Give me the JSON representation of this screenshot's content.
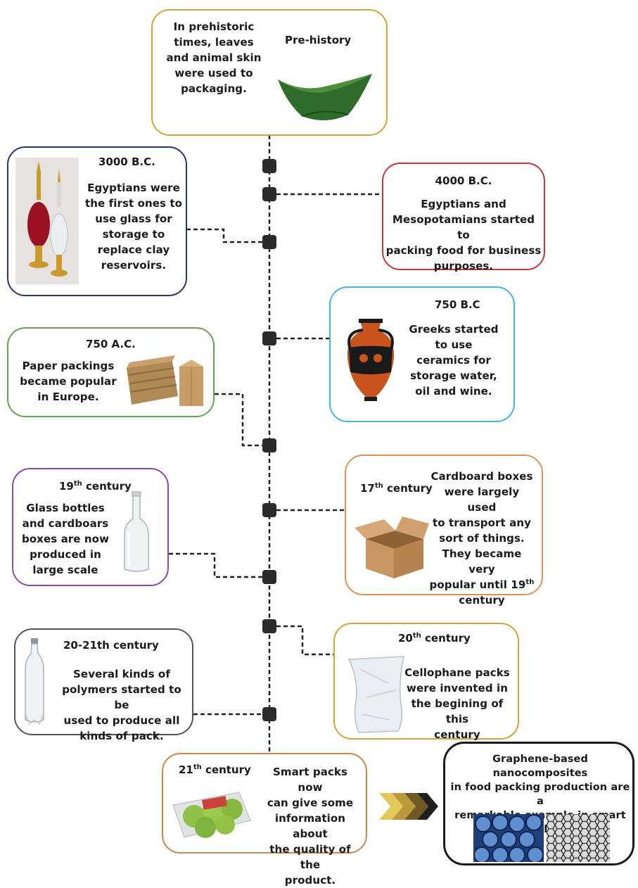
{
  "colors": {
    "prehistory": "#c9a93a",
    "b3000": "#2c3566",
    "b4000": "#c1393c",
    "b750": "#49b3d9",
    "a750": "#6aa056",
    "c17": "#d9925a",
    "c19": "#8a4aa6",
    "c20": "#c9a93a",
    "c2021": "#555555",
    "c21": "#c8874e",
    "graphene": "#1a1a1a",
    "connector": "#222222",
    "node": "#2b2b2b"
  },
  "prehistory": {
    "title": "Pre-history",
    "text": "In prehistoric\ntimes, leaves\nand animal skin\nwere used to\npackaging.",
    "image": "leaf-bowl-icon"
  },
  "b3000": {
    "title": "3000 B.C.",
    "text": "Egyptians were\nthe first ones to\nuse glass for\nstorage to\nreplace clay\nreservoirs.",
    "image": "glass-perfume-bottles-icon"
  },
  "b4000": {
    "title": "4000 B.C.",
    "text": "Egyptians and\nMesopotamians started to\npacking food for business\npurposes."
  },
  "b750": {
    "title": "750 B.C",
    "text": "Greeks started\nto use\nceramics for\nstorage water,\noil and wine.",
    "image": "greek-amphora-icon"
  },
  "a750": {
    "title": "750 A.C.",
    "text": "Paper packings\nbecame popular\nin Europe.",
    "image": "paper-bags-icon"
  },
  "c17": {
    "title_main": "17",
    "title_sup": "th",
    "title_rest": " century",
    "text_a": "Cardboard boxes\nwere largely used\nto transport any\nsort of things.\nThey became very\npopular until 19",
    "text_sup": "th",
    "text_b": "\ncentury",
    "image": "cardboard-box-icon"
  },
  "c19": {
    "title_main": "19",
    "title_sup": "th",
    "title_rest": " century",
    "text": "Glass bottles\nand cardboars\nboxes are now\nproduced in\nlarge scale",
    "image": "glass-bottle-icon"
  },
  "c20": {
    "title_main": "20",
    "title_sup": "th",
    "title_rest": " century",
    "text": "Cellophane packs\nwere invented in\nthe begining of this\ncentury",
    "image": "cellophane-pack-icon"
  },
  "c2021": {
    "title": "20-21th century",
    "text": "Several kinds of\npolymers started to be\nused to produce all\nkinds of pack.",
    "image": "plastic-bottle-icon"
  },
  "c21": {
    "title_main": "21",
    "title_sup": "th",
    "title_rest": " century",
    "text": "Smart packs now\ncan give some\ninformation about\nthe quality of the\nproduct.",
    "image": "smart-fruit-pack-icon"
  },
  "graphene": {
    "text": "Graphene-based nanocomposites\nin food packing production  are a\nremarkable example in smart\npacks",
    "image_left": "graphene-foam-icon",
    "image_right": "graphene-lattice-icon"
  },
  "arrows": {
    "icon": "chevron-arrows-icon",
    "colors": [
      "#e2c75b",
      "#b89a3a",
      "#6e5a22",
      "#1f1f1f"
    ]
  }
}
